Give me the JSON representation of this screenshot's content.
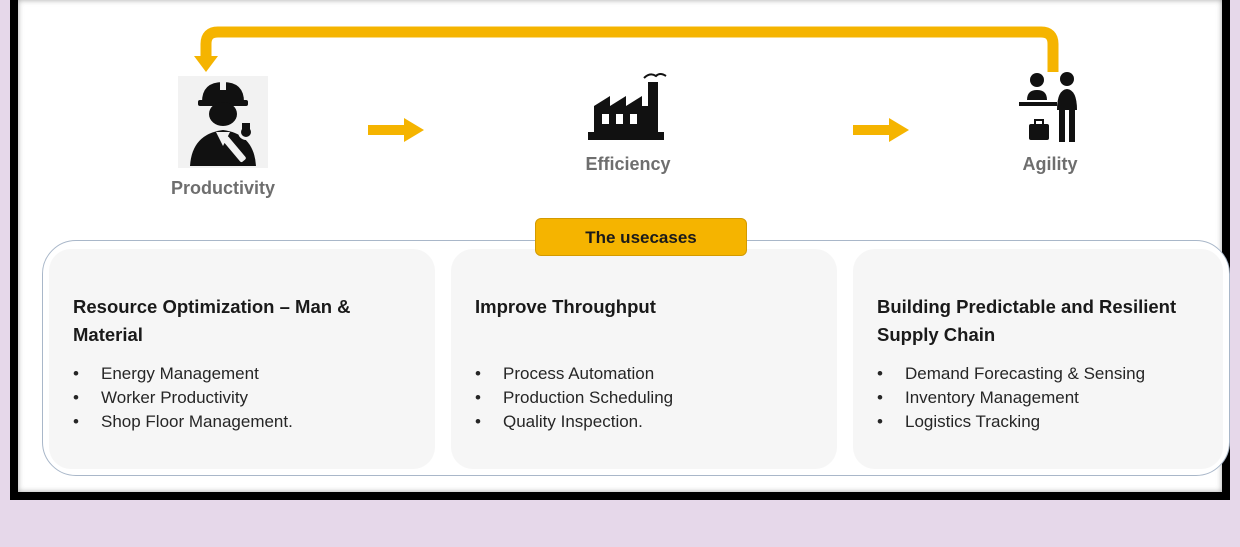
{
  "colors": {
    "accent": "#f5b400",
    "icon": "#111111",
    "label": "#6e6e6e",
    "panel_border": "#a9b7c9"
  },
  "stages": [
    {
      "label": "Productivity",
      "icon": "engineer-worker-icon"
    },
    {
      "label": "Efficiency",
      "icon": "factory-icon"
    },
    {
      "label": "Agility",
      "icon": "business-meeting-icon"
    }
  ],
  "badge": "The usecases",
  "cards": [
    {
      "title": "Resource Optimization – Man & Material",
      "items": [
        "Energy Management",
        "Worker Productivity",
        "Shop Floor Management."
      ]
    },
    {
      "title": "Improve Throughput",
      "items": [
        "Process Automation",
        "Production Scheduling",
        "Quality Inspection."
      ]
    },
    {
      "title": "Building Predictable and Resilient Supply Chain",
      "items": [
        "Demand Forecasting & Sensing",
        "Inventory Management",
        "Logistics Tracking"
      ]
    }
  ]
}
